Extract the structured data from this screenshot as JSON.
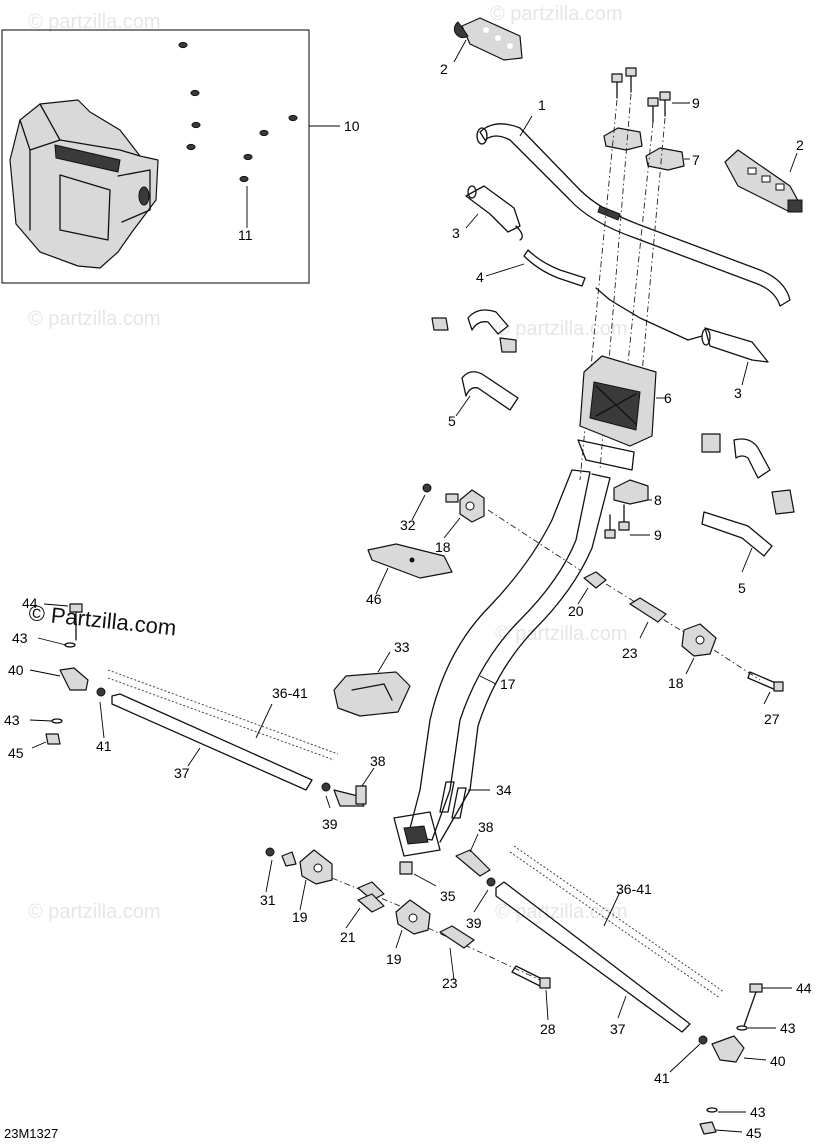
{
  "diagram_code": "23M1327",
  "watermarks": {
    "faint": "© partzilla.com",
    "strong": "© Partzilla.com"
  },
  "callouts": {
    "c1": "1",
    "c2a": "2",
    "c2b": "2",
    "c3a": "3",
    "c3b": "3",
    "c4": "4",
    "c5a": "5",
    "c5b": "5",
    "c6": "6",
    "c7": "7",
    "c8": "8",
    "c9a": "9",
    "c9b": "9",
    "c10": "10",
    "c11": "11",
    "c17": "17",
    "c18a": "18",
    "c18b": "18",
    "c19a": "19",
    "c19b": "19",
    "c20": "20",
    "c21": "21",
    "c23a": "23",
    "c23b": "23",
    "c27": "27",
    "c28": "28",
    "c31": "31",
    "c32": "32",
    "c33": "33",
    "c34": "34",
    "c35": "35",
    "c3641a": "36-41",
    "c3641b": "36-41",
    "c37a": "37",
    "c37b": "37",
    "c38a": "38",
    "c38b": "38",
    "c39a": "39",
    "c39b": "39",
    "c40a": "40",
    "c40b": "40",
    "c41a": "41",
    "c41b": "41",
    "c43a": "43",
    "c43b": "43",
    "c43c": "43",
    "c43d": "43",
    "c44a": "44",
    "c44b": "44",
    "c45a": "45",
    "c45b": "45",
    "c46": "46"
  }
}
